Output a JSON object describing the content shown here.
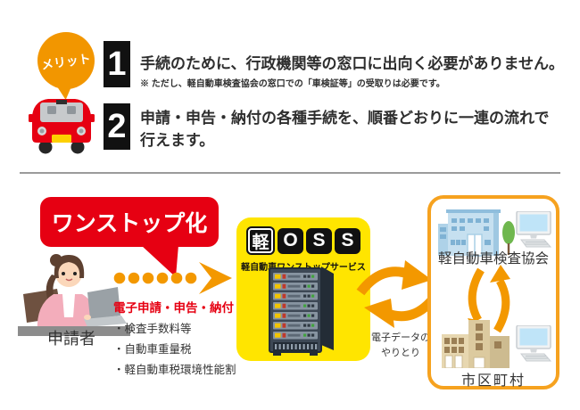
{
  "colors": {
    "orange": "#f39800",
    "red": "#e60012",
    "yellow": "#ffe500",
    "black": "#111111",
    "panel_border_orange": "#f6a21f",
    "text": "#333333"
  },
  "merit": {
    "badge_label": "メリット",
    "items": [
      {
        "number": "1",
        "line1": "手続のために、行政機関等の窓口に出向く必要がありません。",
        "note": "※ ただし、軽自動車検査協会の窓口での「車検証等」の受取りは必要です。"
      },
      {
        "number": "2",
        "line1": "申請・申告・納付の各種手続を、順番どおりに一連の流れで",
        "line2": "行えます。"
      }
    ]
  },
  "flow": {
    "onestop_label": "ワンストップ化",
    "applicant_label": "申請者",
    "e_apply_title": "電子申請・申告・納付",
    "e_apply_items": [
      "・検査手数料等",
      "・自動車重量税",
      "・軽自動車税環境性能割"
    ],
    "logo": {
      "kei": "軽",
      "l1": "O",
      "l2": "S",
      "l3": "S",
      "caption": "軽自動車ワンストップサービス"
    },
    "data_exchange_lines": [
      "電子データの",
      "やりとり"
    ],
    "inspection_org_label": "軽自動車検査協会",
    "municipality_label": "市区町村"
  }
}
